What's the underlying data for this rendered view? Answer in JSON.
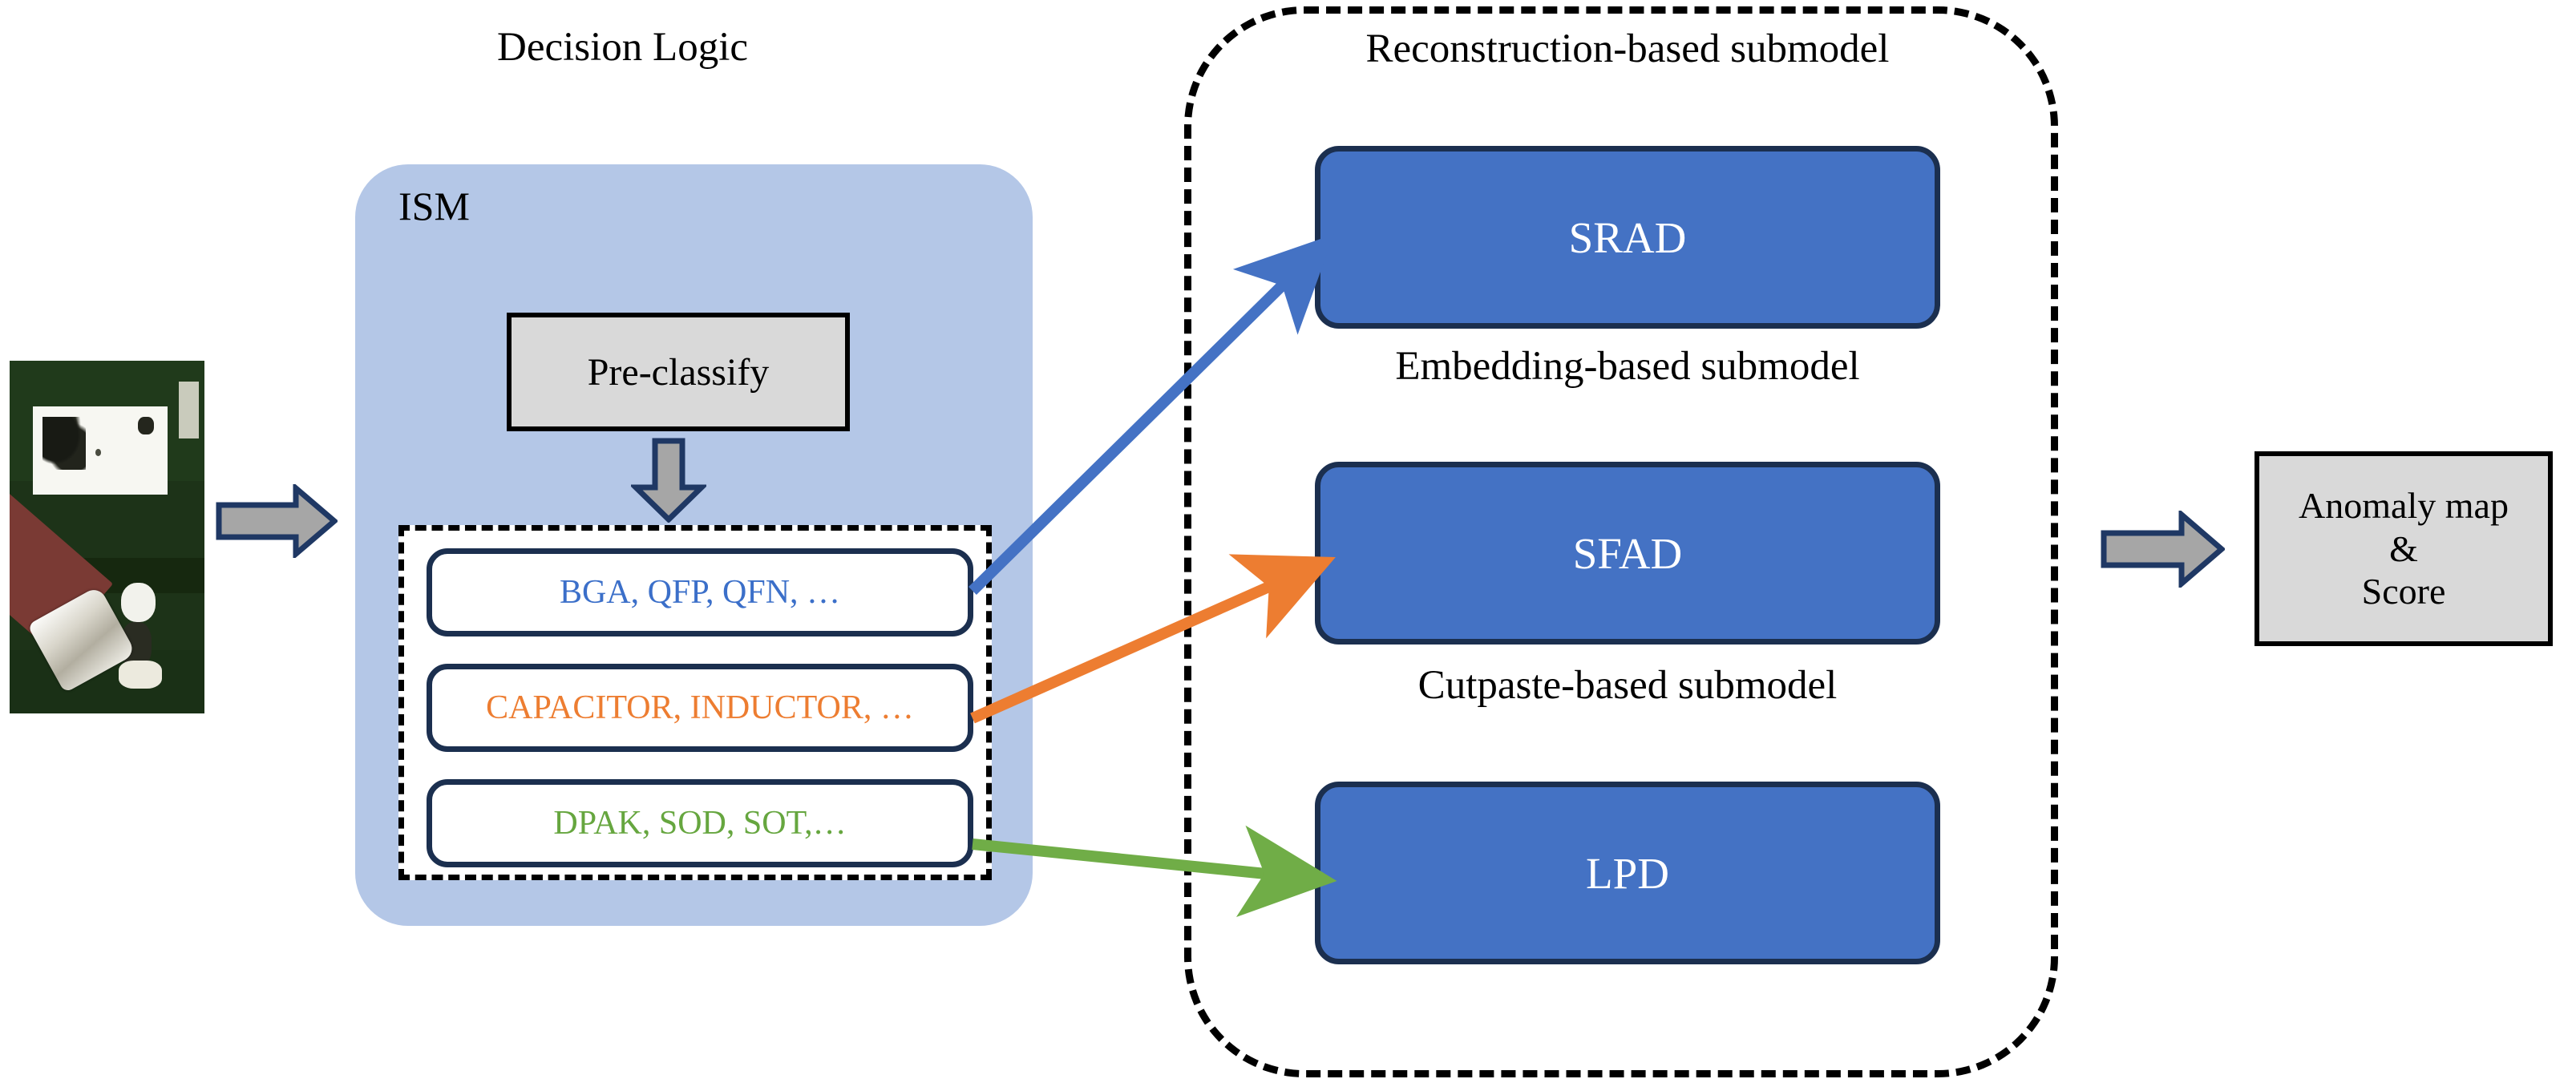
{
  "diagram": {
    "title_left": "Decision Logic",
    "input_photo": {
      "alt": "pcb-defect-sample-photo"
    },
    "ism": {
      "label": "ISM",
      "pre_classify_label": "Pre-classify",
      "categories": [
        {
          "text": "BGA, QFP, QFN, …",
          "color": "#3b6fc9"
        },
        {
          "text": "CAPACITOR, INDUCTOR, …",
          "color": "#ed7d31"
        },
        {
          "text": "DPAK, SOD, SOT,…",
          "color": "#66a63f"
        }
      ]
    },
    "submodels": [
      {
        "title": "Reconstruction-based submodel",
        "name": "SRAD",
        "arrow_color": "#4472c4"
      },
      {
        "title": "Embedding-based submodel",
        "name": "SFAD",
        "arrow_color": "#ed7d31"
      },
      {
        "title": "Cutpaste-based submodel",
        "name": "LPD",
        "arrow_color": "#70ad47"
      }
    ],
    "output": {
      "line1": "Anomaly map",
      "line2": "&",
      "line3": "Score"
    },
    "colors": {
      "ism_panel": "#b4c7e7",
      "submodel_fill": "#4472c4",
      "submodel_border": "#1b2f4f",
      "gray_arrow_fill": "#a6a6a6",
      "gray_arrow_border": "#1f3864",
      "gray_box_fill": "#d9d9d9",
      "dashed_border": "#000000"
    }
  }
}
